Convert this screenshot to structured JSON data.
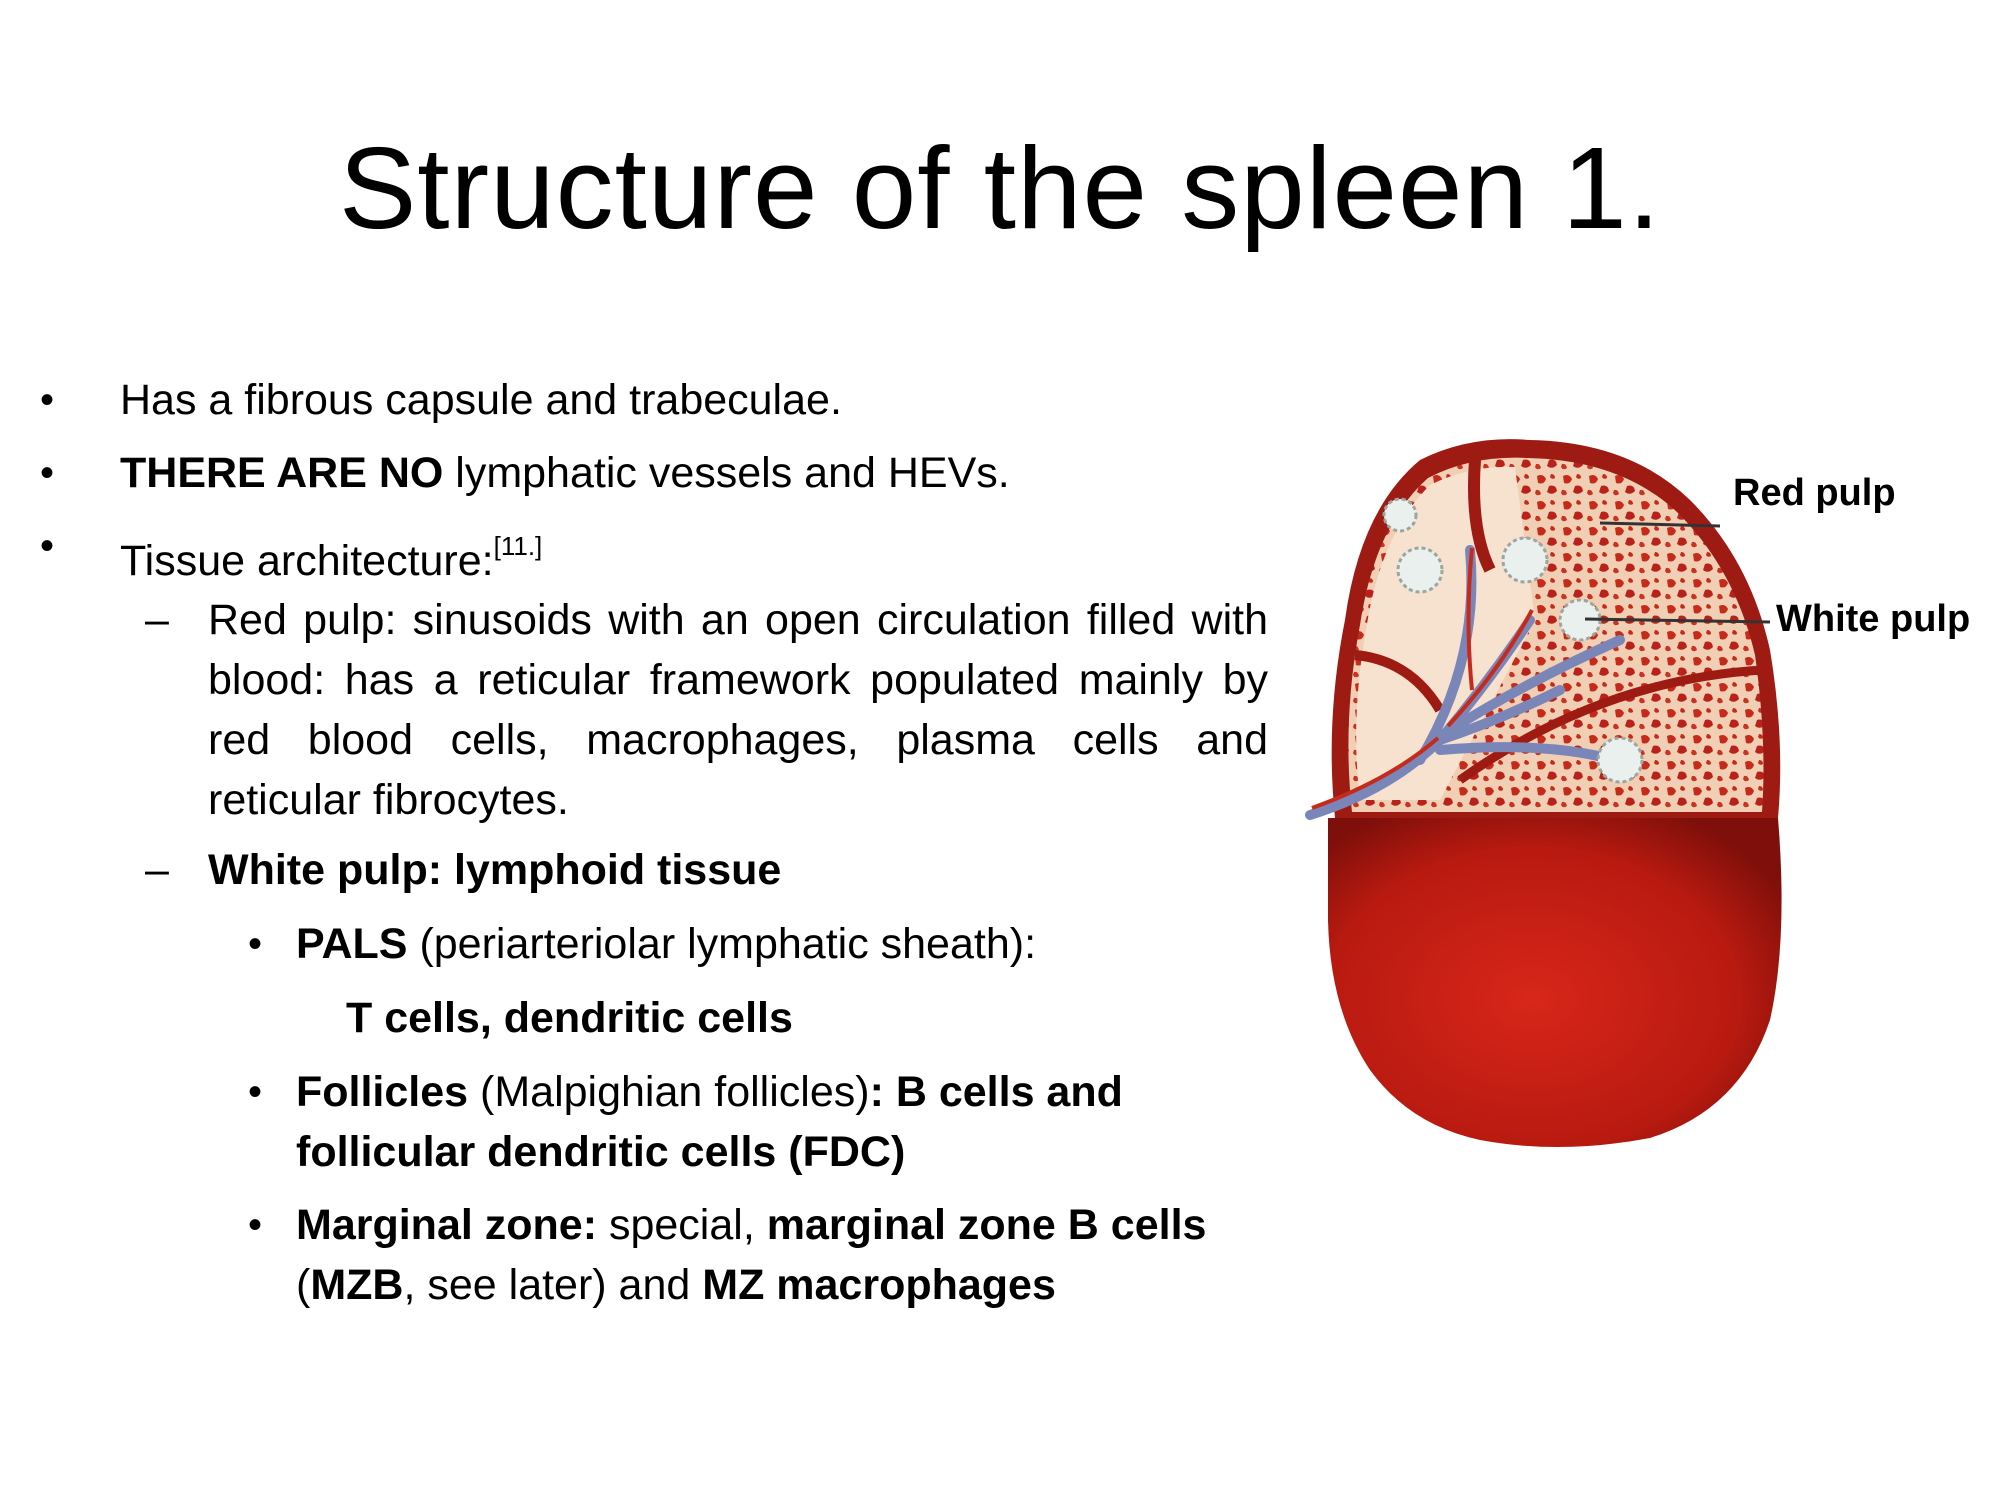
{
  "title": "Structure of the spleen 1.",
  "bullets": [
    {
      "text": "Has a fibrous capsule and trabeculae."
    },
    {
      "bold": "THERE ARE NO",
      "text": " lymphatic vessels and HEVs."
    },
    {
      "text": "Tissue architecture:",
      "sup": "[11.]"
    }
  ],
  "red_pulp_text": "Red pulp: sinusoids with an open circulation filled with blood: has a reticular framework populated mainly by red blood cells, macrophages, plasma cells and reticular fibrocytes.",
  "white_pulp_heading": "White pulp: lymphoid tissue",
  "sub_items": {
    "pals": {
      "bold": "PALS",
      "text": " (periarteriolar lymphatic sheath):",
      "line2": "T cells, dendritic cells"
    },
    "follicles": {
      "bold": "Follicles",
      "text": " (Malpighian follicles)",
      "bold2": ": B cells and",
      "line2": "follicular dendritic cells (FDC)"
    },
    "marginal": {
      "bold": "Marginal zone:",
      "text": " special, ",
      "bold2": "marginal zone B cells",
      "l2a": "(",
      "l2b": "MZB",
      "l2c": ", see later) and ",
      "l2d": "MZ macrophages"
    }
  },
  "bullet_char": "•",
  "dash_char": "–",
  "figure": {
    "labels": {
      "red_pulp": "Red pulp",
      "white_pulp": "White pulp"
    },
    "colors": {
      "capsule": "#9e1b14",
      "interior": "#f4dcc8",
      "red_pulp_spots": "#c62a1a",
      "vessels_blue": "#7b86b8",
      "outer": "#c81e12"
    }
  }
}
